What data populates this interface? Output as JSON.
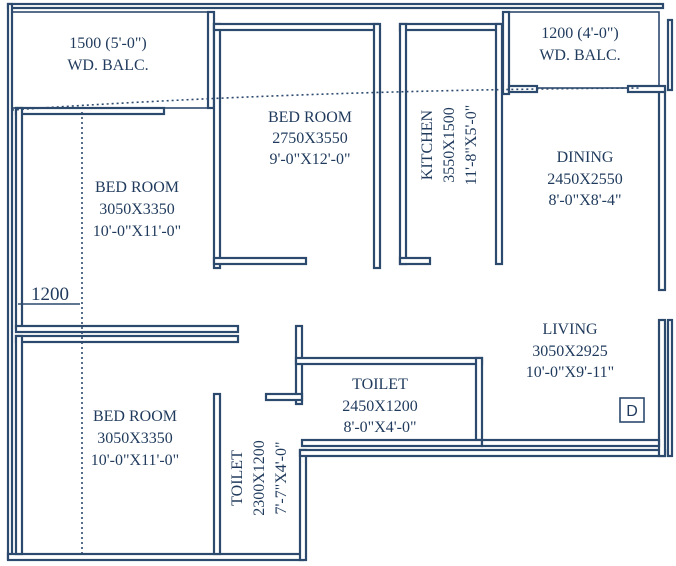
{
  "rooms": {
    "balcony_left": {
      "l1": "1500 (5'-0\")",
      "l2": "WD. BALC."
    },
    "balcony_right": {
      "l1": "1200 (4'-0\")",
      "l2": "WD. BALC."
    },
    "bedroom_top": {
      "l1": "BED ROOM",
      "l2": "2750X3550",
      "l3": "9'-0\"X12'-0\""
    },
    "kitchen": {
      "l1": "KITCHEN",
      "l2": "3550X1500",
      "l3": "11'-8\"X5'-0\""
    },
    "dining": {
      "l1": "DINING",
      "l2": "2450X2550",
      "l3": "8'-0\"X8'-4\""
    },
    "bedroom_left": {
      "l1": "BED ROOM",
      "l2": "3050X3350",
      "l3": "10'-0\"X11'-0\""
    },
    "bedroom_bottom": {
      "l1": "BED ROOM",
      "l2": "3050X3350",
      "l3": "10'-0\"X11'-0\""
    },
    "living": {
      "l1": "LIVING",
      "l2": "3050X2925",
      "l3": "10'-0\"X9'-11\""
    },
    "toilet_mid": {
      "l1": "TOILET",
      "l2": "2450X1200",
      "l3": "8'-0\"X4'-0\""
    },
    "toilet_small": {
      "l1": "TOILET",
      "l2": "2300X1200",
      "l3": "7'-7\"X4'-0\""
    }
  },
  "dimension_label": "1200",
  "door_marker": "D"
}
